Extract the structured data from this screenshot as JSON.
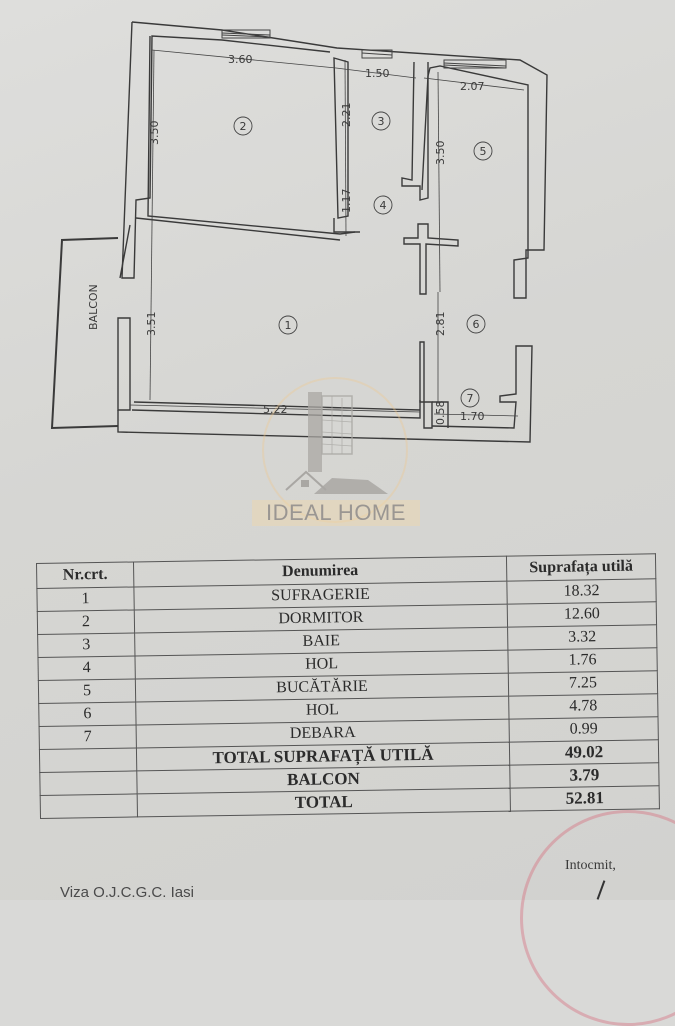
{
  "floor_plan": {
    "balcony_label": "BALCON",
    "dimensions": {
      "room2_width": "3.60",
      "room3_width": "1.50",
      "room5_width": "2.07",
      "room2_height": "3.50",
      "room3_height": "2.21",
      "room4_height": "1.17",
      "room5_height": "3.50",
      "room1_height": "3.51",
      "room6_height": "2.81",
      "room1_width": "5.22",
      "room7_height": "0.58",
      "room7_width": "1.70"
    },
    "room_markers": [
      "1",
      "2",
      "3",
      "4",
      "5",
      "6",
      "7"
    ]
  },
  "watermark": {
    "brand": "IDEAL HOME",
    "accent_color": "#f0d7aa"
  },
  "table": {
    "headers": [
      "Nr.crt.",
      "Denumirea",
      "Suprafața utilă"
    ],
    "rows": [
      {
        "nr": "1",
        "name": "SUFRAGERIE",
        "area": "18.32"
      },
      {
        "nr": "2",
        "name": "DORMITOR",
        "area": "12.60"
      },
      {
        "nr": "3",
        "name": "BAIE",
        "area": "3.32"
      },
      {
        "nr": "4",
        "name": "HOL",
        "area": "1.76"
      },
      {
        "nr": "5",
        "name": "BUCĂTĂRIE",
        "area": "7.25"
      },
      {
        "nr": "6",
        "name": "HOL",
        "area": "4.78"
      },
      {
        "nr": "7",
        "name": "DEBARA",
        "area": "0.99"
      }
    ],
    "totals": [
      {
        "name": "TOTAL SUPRAFAȚĂ UTILĂ",
        "area": "49.02"
      },
      {
        "name": "BALCON",
        "area": "3.79"
      },
      {
        "name": "TOTAL",
        "area": "52.81"
      }
    ]
  },
  "footer": {
    "intocmit": "Intocmit,",
    "viza": "Viza O.J.C.G.C. Iasi",
    "stamp_color": "#d75a6e"
  }
}
